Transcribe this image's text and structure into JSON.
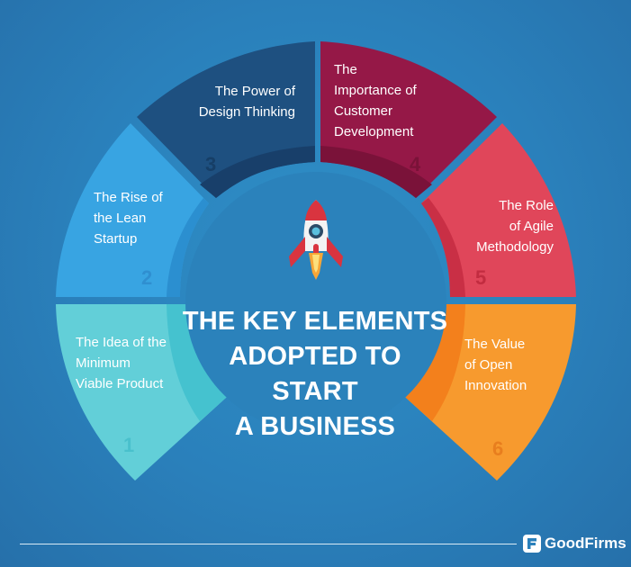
{
  "title_lines": [
    "THE KEY ELEMENTS",
    "ADOPTED TO",
    "START",
    "A BUSINESS"
  ],
  "segments": [
    {
      "number": "1",
      "lines": [
        "The Idea of the",
        "Minimum",
        "Viable Product"
      ],
      "color": "#62cfd8",
      "inner_color": "#45c2cf",
      "number_color": "#49c0cc"
    },
    {
      "number": "2",
      "lines": [
        "The Rise of",
        "the Lean",
        "Startup"
      ],
      "color": "#38a4e2",
      "inner_color": "#2b8fd0",
      "number_color": "#2f8fd0"
    },
    {
      "number": "3",
      "lines": [
        "The Power of",
        "Design Thinking"
      ],
      "color": "#1e5080",
      "inner_color": "#183f6a",
      "number_color": "#163e66"
    },
    {
      "number": "4",
      "lines": [
        "The",
        "Importance of",
        "Customer",
        "Development"
      ],
      "color": "#951847",
      "inner_color": "#7a1239",
      "number_color": "#7a1238"
    },
    {
      "number": "5",
      "lines": [
        "The Role",
        "of Agile",
        "Methodology"
      ],
      "color": "#e0465a",
      "inner_color": "#c92f45",
      "number_color": "#c22c40"
    },
    {
      "number": "6",
      "lines": [
        "The Value",
        "of Open",
        "Innovation"
      ],
      "color": "#f79a2e",
      "inner_color": "#f3801c",
      "number_color": "#e87e1e"
    }
  ],
  "brand": {
    "name": "GoodFirms",
    "icon": "goodfirms-logo-icon"
  },
  "icons": {
    "center": "rocket-icon"
  }
}
